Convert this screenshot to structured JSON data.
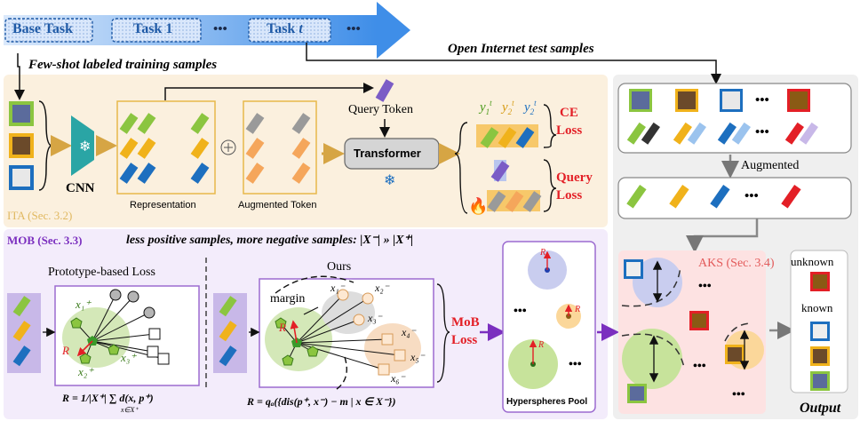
{
  "tasks": {
    "base": "Base Task",
    "task1": "Task 1",
    "dots": "•••",
    "task_t": "Task ",
    "task_t_var": "t"
  },
  "inputs": {
    "few_shot": "Few-shot labeled training samples",
    "open_internet": "Open Internet test samples"
  },
  "ita": {
    "title": "ITA (Sec. 3.2)",
    "cnn": "CNN",
    "representation": "Representation",
    "augmented_token": "Augmented Token",
    "query_token": "Query Token",
    "transformer": "Transformer",
    "y1": "y",
    "y2": "y",
    "y3": "y",
    "y1_sub": "1",
    "y2_sub": "2",
    "y3_sub": "2",
    "y_sup": "t",
    "ce_loss_1": "CE",
    "ce_loss_2": "Loss",
    "query_loss_1": "Query",
    "query_loss_2": "Loss"
  },
  "mob": {
    "title": "MOB (Sec. 3.3)",
    "headline": "less positive samples, more negative samples: |X⁻| » |X⁺|",
    "prototype_title": "Prototype-based Loss",
    "ours_title": "Ours",
    "margin": "margin",
    "R": "R",
    "x1p": "x₁⁺",
    "x2p": "x₂⁺",
    "x3p": "x₃⁺",
    "xn1": "x₁⁻",
    "xn2": "x₂⁻",
    "xn3": "x₃⁻",
    "xn4": "x₄⁻",
    "xn5": "x₅⁻",
    "xn6": "x₆⁻",
    "formula_left": "R = 1/|X⁺| ∑ d(x, p⁺)",
    "formula_left_sub": "x∈X⁺",
    "formula_right": "R = qₐ({dis(p⁺, x⁻) − m | x ∈ X⁻})",
    "mob_loss_1": "MoB",
    "mob_loss_2": "Loss",
    "pool": "Hyperspheres Pool"
  },
  "aks": {
    "augmented": "Augmented",
    "title": "AKS (Sec. 3.4)",
    "unknown": "unknown",
    "known": "known",
    "output": "Output"
  },
  "colors": {
    "ita_bg": "#fbf0de",
    "mob_bg": "#f3ecfb",
    "aks_bg": "#efefef",
    "aks_inner": "#fde2e2",
    "red": "#e31f26",
    "arrow_blue": "#3f8ee8",
    "green": "#8bc540",
    "yellow": "#f0b21b",
    "blue": "#1d6fbf",
    "orange": "#f5a65b",
    "gray": "#9a9a9a",
    "purple": "#7b5cc6"
  }
}
